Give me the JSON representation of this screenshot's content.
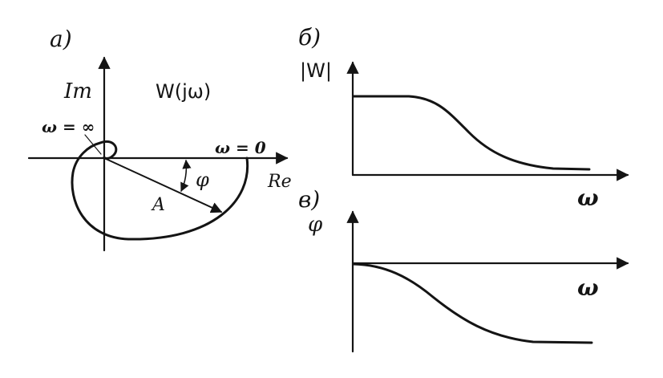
{
  "panels": {
    "a": {
      "label": "а)",
      "title": "W(jω)",
      "axis_im": "Im",
      "axis_re": "Re",
      "omega_inf": "ω = ∞",
      "omega_zero": "ω = 0",
      "phase_symbol": "φ",
      "magnitude_symbol": "A"
    },
    "b": {
      "label": "б)",
      "y_label": "|W|",
      "x_label": "ω"
    },
    "c": {
      "label": "в)",
      "y_label": "φ",
      "x_label": "ω"
    }
  },
  "colors": {
    "ink": "#141414",
    "background": "#ffffff"
  }
}
